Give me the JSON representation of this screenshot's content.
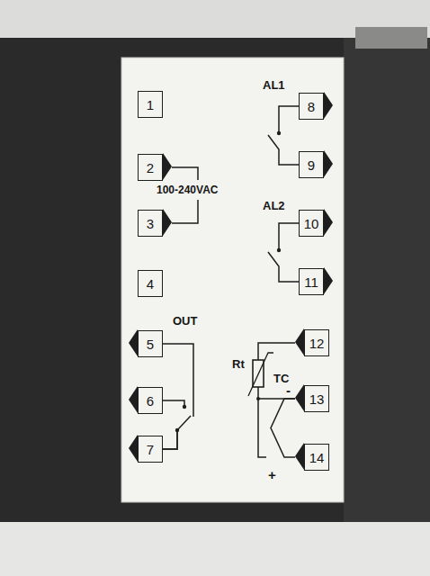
{
  "diagram": {
    "nodes": [
      {
        "text": [
          "1"
        ]
      },
      {
        "text": [
          "2"
        ]
      },
      {
        "text": [
          "3"
        ]
      },
      {
        "text": [
          "4"
        ]
      },
      {
        "text": [
          "5"
        ]
      },
      {
        "text": [
          "6"
        ]
      },
      {
        "text": [
          "7"
        ]
      },
      {
        "text": [
          "8"
        ]
      },
      {
        "text": [
          "9"
        ]
      },
      {
        "text": [
          "10"
        ]
      },
      {
        "text": [
          "11"
        ]
      },
      {
        "text": [
          "12"
        ]
      },
      {
        "text": [
          "13"
        ]
      },
      {
        "text": [
          "14"
        ]
      }
    ],
    "edges": [
      {
        "from": 1,
        "to": 2,
        "arrow": "none"
      },
      {
        "from": 4,
        "to": 6,
        "arrow": "none"
      },
      {
        "from": 5,
        "to": 6,
        "arrow": "none"
      },
      {
        "from": 7,
        "to": 8,
        "arrow": "none"
      },
      {
        "from": 9,
        "to": 10,
        "arrow": "none"
      },
      {
        "from": 11,
        "to": 12,
        "arrow": "none"
      },
      {
        "from": 12,
        "to": 13,
        "arrow": "none"
      }
    ],
    "labels": [
      "AL1",
      "100-240VAC",
      "AL2",
      "OUT",
      "Rt",
      "TC",
      "-",
      "+"
    ]
  }
}
